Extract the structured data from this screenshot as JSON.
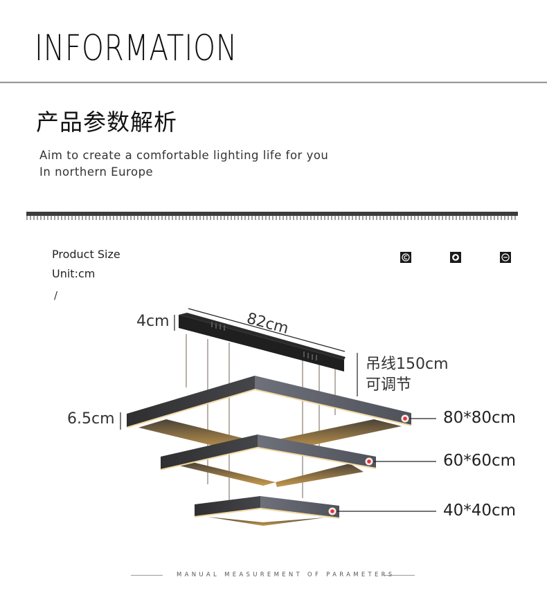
{
  "header": {
    "title": "INFORMATION",
    "cn_title": "产品参数解析",
    "tagline_line1": "Aim to create a comfortable lighting life for you",
    "tagline_line2": "In northern Europe"
  },
  "product": {
    "size_label": "Product Size",
    "unit_label": "Unit:cm",
    "slash": "/"
  },
  "icons": [
    {
      "name": "copyright-icon",
      "glyph": "©"
    },
    {
      "name": "refresh-icon",
      "glyph": "⟳"
    },
    {
      "name": "minus-circle-icon",
      "glyph": "⊖"
    }
  ],
  "dimensions": {
    "canopy_height": "4cm",
    "canopy_length": "82cm",
    "wire_length": "吊线150cm",
    "wire_adjustable": "可调节",
    "ring_height": "6.5cm",
    "ring_large": "80*80cm",
    "ring_medium": "60*60cm",
    "ring_small": "40*40cm"
  },
  "colors": {
    "ring_dark": "#3a3a3e",
    "ring_side": "#5d6068",
    "glow": "#e0b060",
    "dot": "#e8323c"
  },
  "footer": {
    "caption": "MANUAL MEASUREMENT OF PARAMETERS"
  }
}
